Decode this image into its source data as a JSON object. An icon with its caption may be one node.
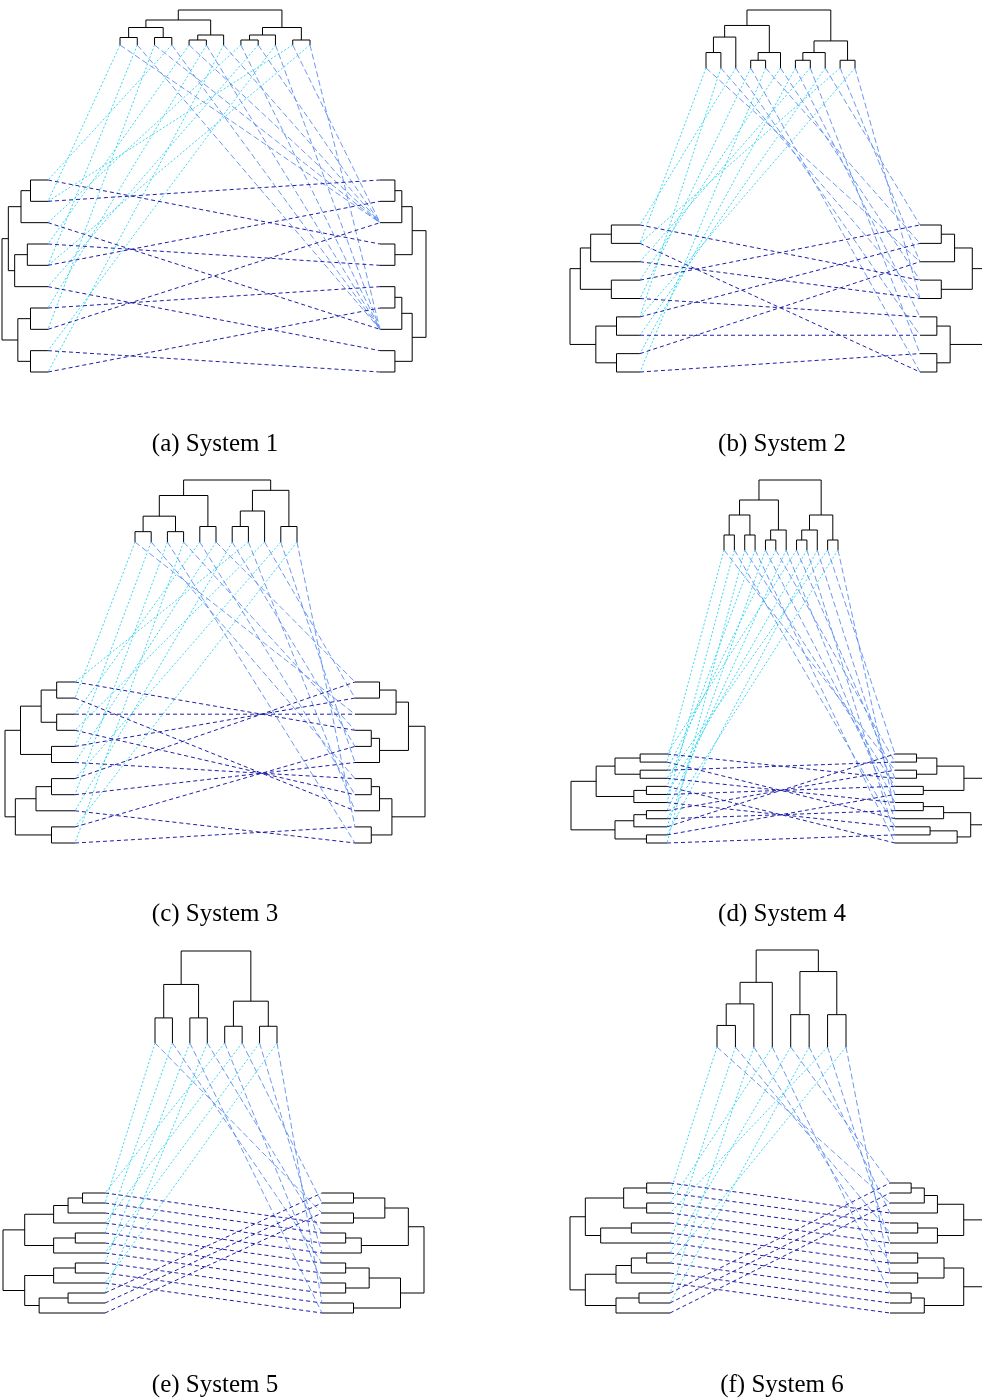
{
  "diagram": {
    "labels": [
      "(a) System 1",
      "(b) System 2",
      "(c) System 3",
      "(d) System 4",
      "(e) System 5",
      "(f) System 6"
    ]
  }
}
